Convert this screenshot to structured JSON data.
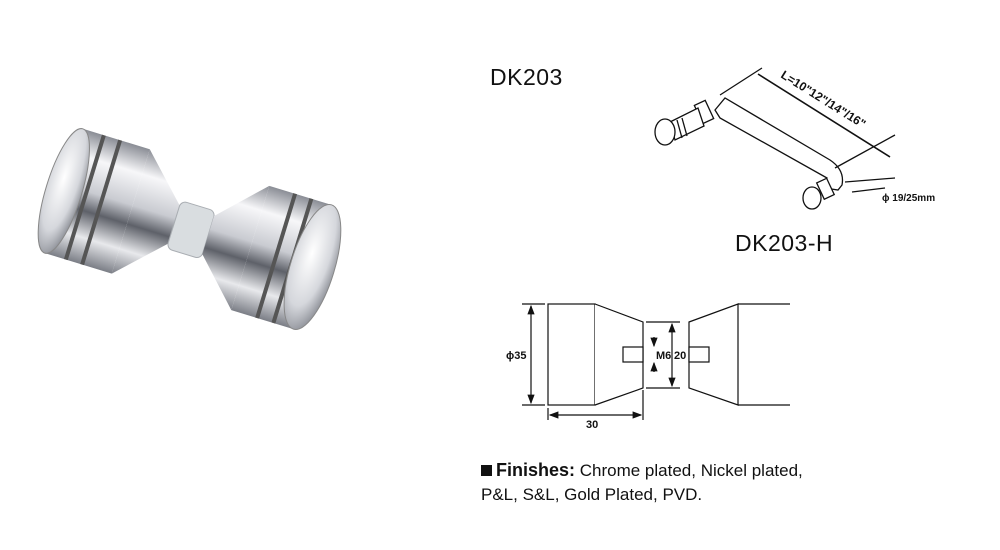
{
  "product": {
    "model": "DK203",
    "variant_model": "DK203-H"
  },
  "handle_drawing": {
    "length_label": "L=10\"12\"/14\"/16\"",
    "diameter_label": "ϕ 19/25mm"
  },
  "knob_drawing": {
    "diameter_label": "ϕ35",
    "length_label": "30",
    "thread_label": "M6",
    "neck_label": "20"
  },
  "finishes": {
    "heading": "Finishes:",
    "line1": "Chrome plated, Nickel plated,",
    "line2": "P&L, S&L, Gold Plated, PVD."
  },
  "colors": {
    "chrome_light": "#f4f4f6",
    "chrome_dark": "#6d7078",
    "line": "#111111"
  }
}
